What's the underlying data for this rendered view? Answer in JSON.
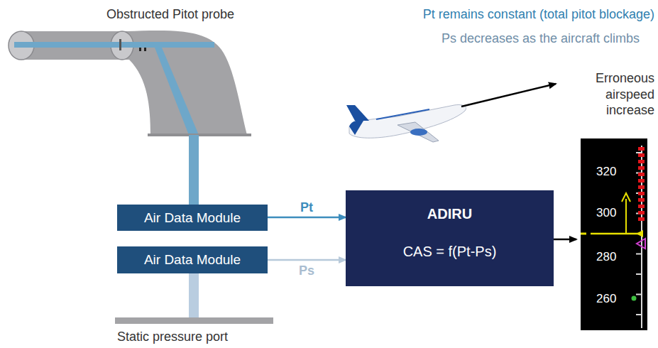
{
  "diagram": {
    "nodes": [
      {
        "text": [
          "Air Data Module"
        ]
      },
      {
        "text": [
          "Air Data Module"
        ]
      },
      {
        "text": [
          "ADIRU",
          "CAS = f(Pt-Ps)"
        ]
      },
      {
        "text": [
          "Erroneous airspeed increase",
          "320",
          "300",
          "280",
          "260"
        ]
      }
    ],
    "edges": [
      {
        "from": 0,
        "to": 2,
        "label": "Pt",
        "arrow": "to"
      },
      {
        "from": 1,
        "to": 2,
        "label": "Ps",
        "arrow": "to"
      },
      {
        "from": 2,
        "to": 3,
        "arrow": "to"
      }
    ],
    "labels": [
      "Obstructed Pitot probe",
      "Pt remains constant (total pitot blockage)",
      "Ps decreases as the aircraft climbs",
      "Static pressure port"
    ]
  }
}
